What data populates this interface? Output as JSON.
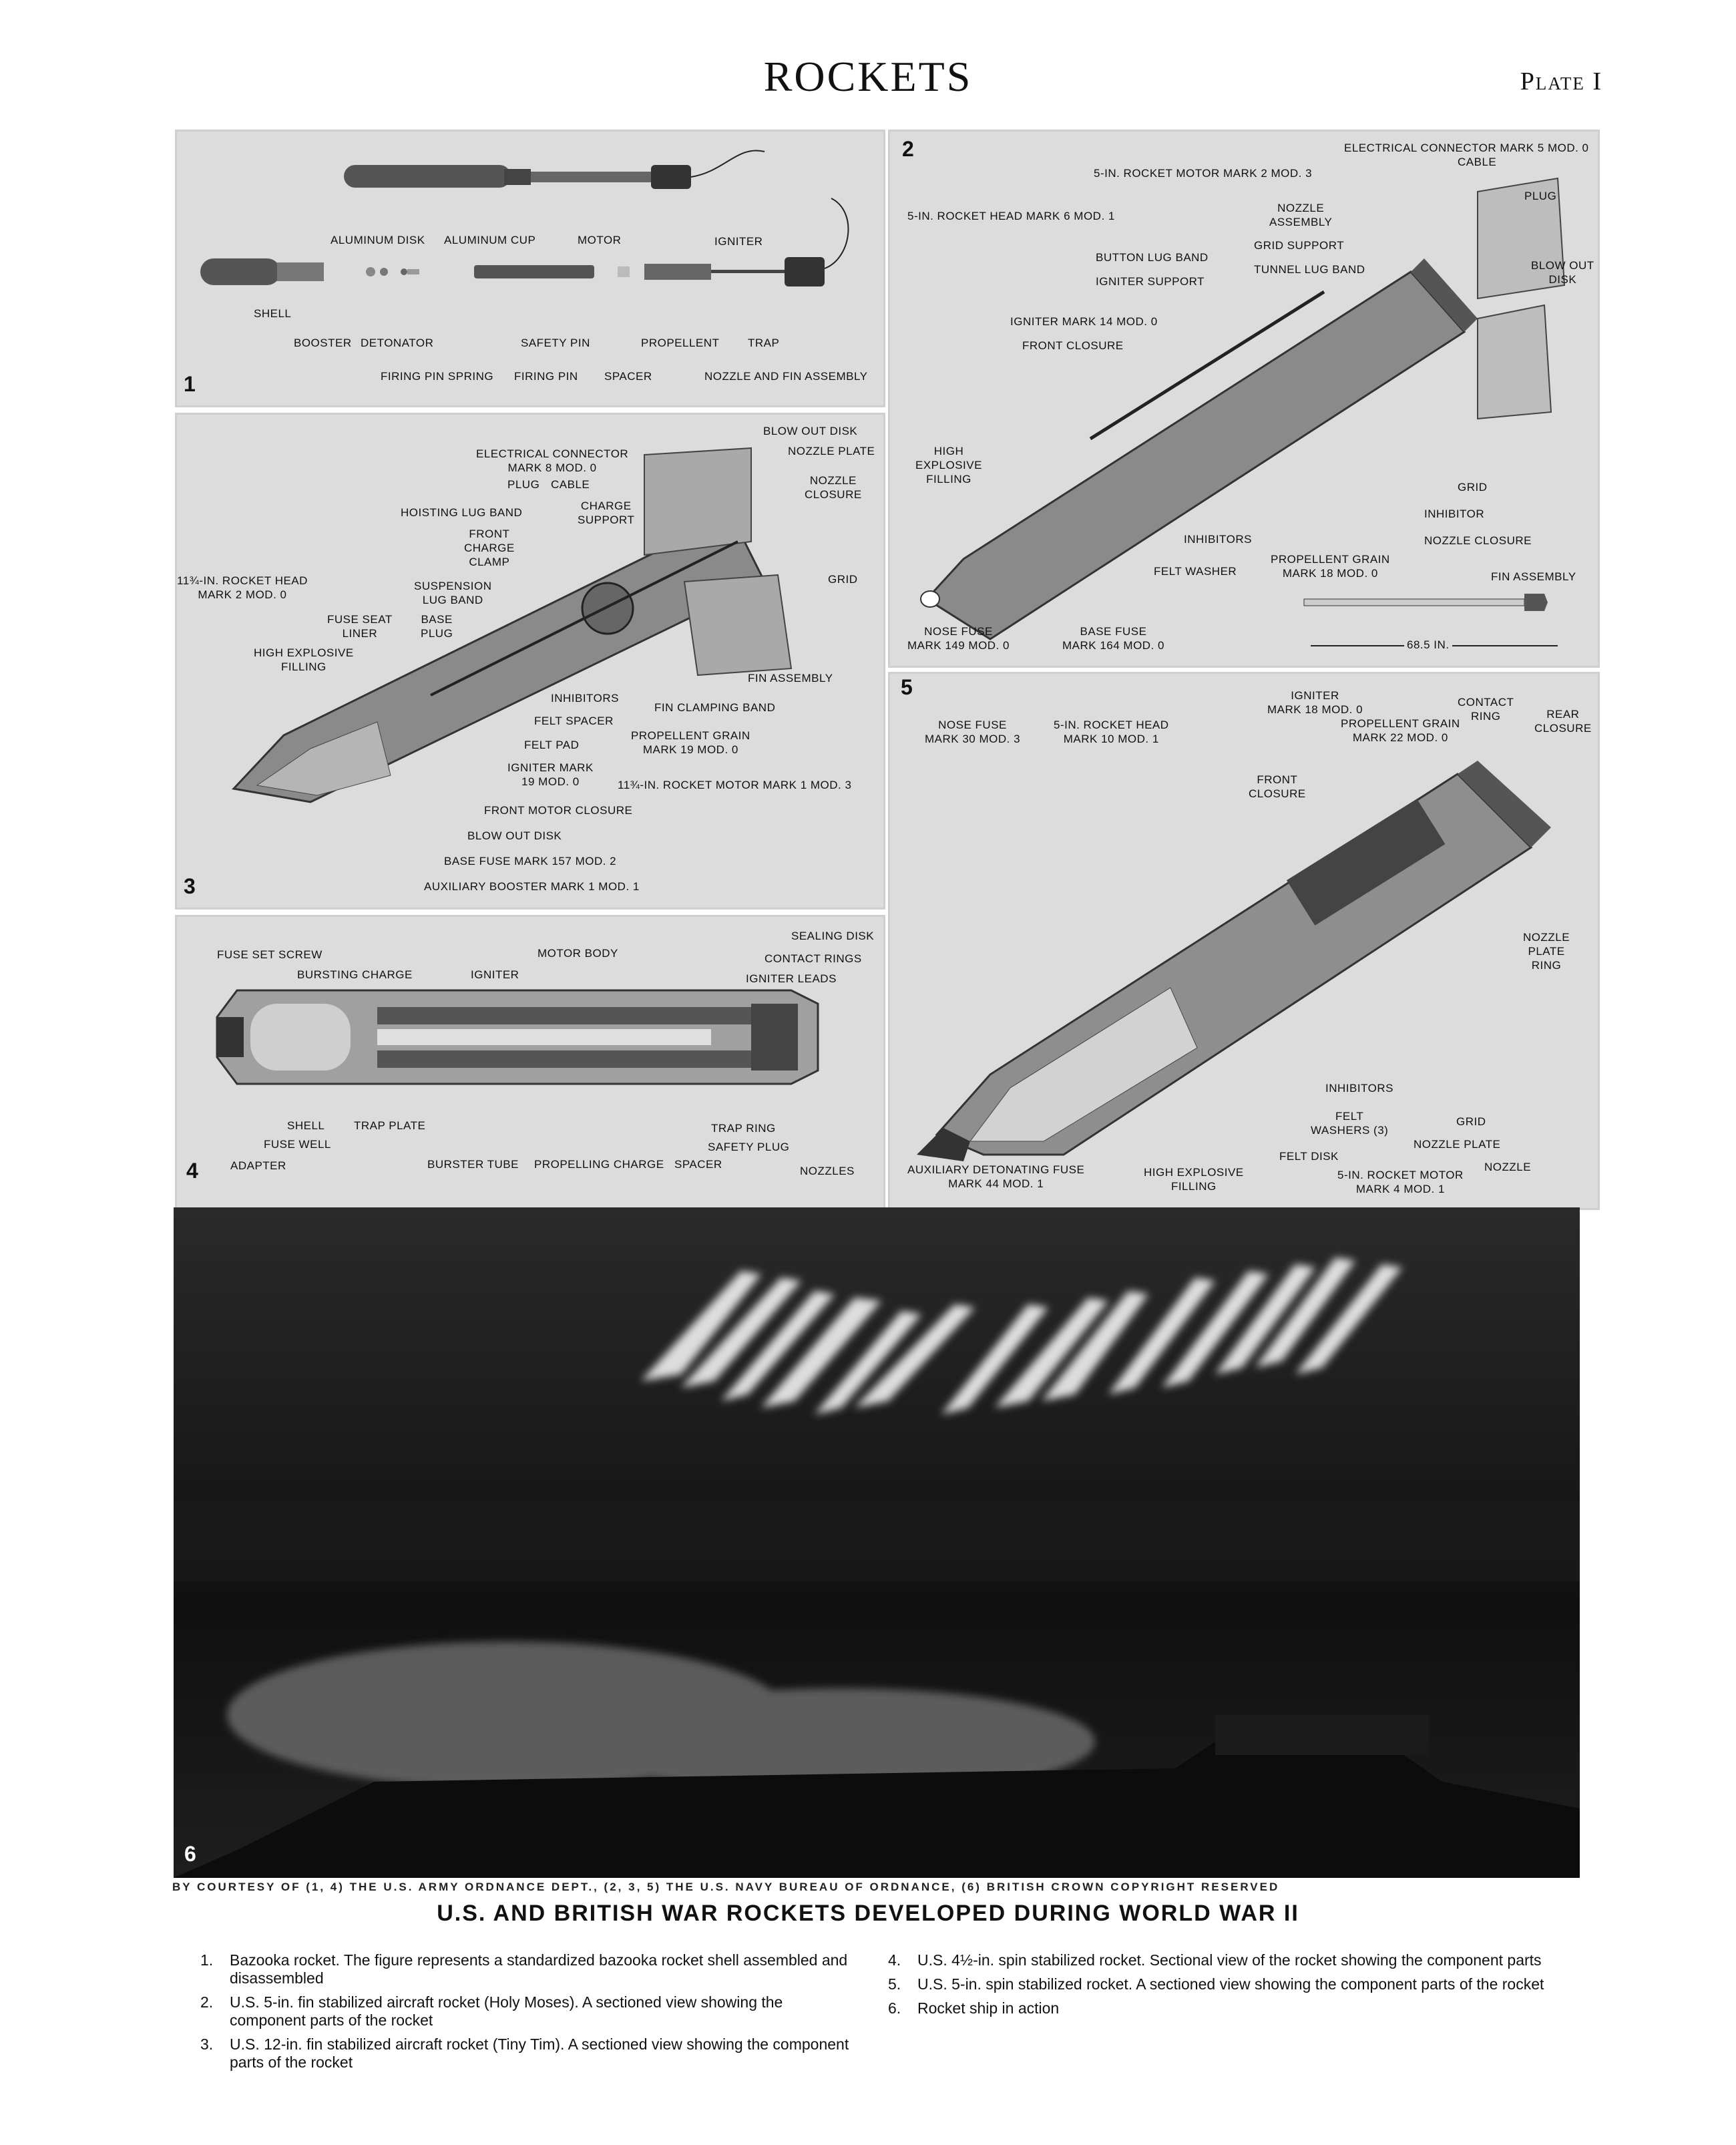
{
  "header": {
    "title": "ROCKETS",
    "plate": "Plate I"
  },
  "panels": [
    {
      "number": "1",
      "labels": [
        "ALUMINUM DISK",
        "ALUMINUM CUP",
        "MOTOR",
        "IGNITER",
        "SHELL",
        "BOOSTER",
        "DETONATOR",
        "SAFETY PIN",
        "PROPELLENT",
        "TRAP",
        "FIRING PIN SPRING",
        "FIRING PIN",
        "SPACER",
        "NOZZLE AND FIN ASSEMBLY"
      ]
    },
    {
      "number": "2",
      "labels": [
        "ELECTRICAL CONNECTOR MARK 5 MOD. 0",
        "CABLE",
        "5-IN. ROCKET MOTOR MARK 2 MOD. 3",
        "PLUG",
        "5-IN. ROCKET HEAD MARK 6 MOD. 1",
        "NOZZLE\nASSEMBLY",
        "GRID SUPPORT",
        "BLOW OUT\nDISK",
        "BUTTON LUG BAND",
        "TUNNEL LUG BAND",
        "IGNITER SUPPORT",
        "IGNITER MARK 14 MOD. 0",
        "FRONT CLOSURE",
        "HIGH\nEXPLOSIVE\nFILLING",
        "GRID",
        "INHIBITOR",
        "INHIBITORS",
        "NOZZLE CLOSURE",
        "FELT WASHER",
        "PROPELLENT GRAIN\nMARK 18 MOD. 0",
        "FIN ASSEMBLY",
        "NOSE FUSE\nMARK 149 MOD. 0",
        "BASE FUSE\nMARK 164 MOD. 0",
        "68.5 IN."
      ]
    },
    {
      "number": "3",
      "labels": [
        "BLOW OUT DISK",
        "NOZZLE PLATE",
        "ELECTRICAL CONNECTOR\nMARK 8 MOD. 0",
        "NOZZLE\nCLOSURE",
        "PLUG",
        "CABLE",
        "HOISTING LUG BAND",
        "CHARGE\nSUPPORT",
        "FRONT\nCHARGE\nCLAMP",
        "11¾-IN. ROCKET HEAD\nMARK 2 MOD. 0",
        "SUSPENSION\nLUG BAND",
        "GRID",
        "FUSE SEAT\nLINER",
        "BASE\nPLUG",
        "HIGH EXPLOSIVE\nFILLING",
        "FIN ASSEMBLY",
        "INHIBITORS",
        "FIN CLAMPING BAND",
        "FELT SPACER",
        "PROPELLENT GRAIN\nMARK 19 MOD. 0",
        "FELT PAD",
        "IGNITER MARK\n19 MOD. 0",
        "11¾-IN. ROCKET MOTOR MARK 1 MOD. 3",
        "FRONT MOTOR CLOSURE",
        "BLOW OUT DISK",
        "BASE FUSE MARK 157 MOD. 2",
        "AUXILIARY BOOSTER MARK 1 MOD. 1"
      ]
    },
    {
      "number": "4",
      "labels": [
        "SEALING DISK",
        "FUSE SET SCREW",
        "MOTOR BODY",
        "CONTACT RINGS",
        "BURSTING CHARGE",
        "IGNITER",
        "IGNITER LEADS",
        "SHELL",
        "TRAP PLATE",
        "TRAP RING",
        "FUSE WELL",
        "SAFETY PLUG",
        "ADAPTER",
        "BURSTER TUBE",
        "PROPELLING CHARGE",
        "SPACER",
        "NOZZLES"
      ]
    },
    {
      "number": "5",
      "labels": [
        "IGNITER\nMARK 18 MOD. 0",
        "CONTACT\nRING",
        "REAR\nCLOSURE",
        "NOSE FUSE\nMARK 30 MOD. 3",
        "5-IN. ROCKET HEAD\nMARK 10 MOD. 1",
        "PROPELLENT GRAIN\nMARK 22 MOD. 0",
        "FRONT\nCLOSURE",
        "NOZZLE\nPLATE\nRING",
        "INHIBITORS",
        "FELT\nWASHERS (3)",
        "GRID",
        "NOZZLE PLATE",
        "FELT DISK",
        "AUXILIARY DETONATING FUSE\nMARK 44 MOD. 1",
        "HIGH EXPLOSIVE\nFILLING",
        "5-IN. ROCKET MOTOR\nMARK 4 MOD. 1",
        "NOZZLE"
      ]
    },
    {
      "number": "6",
      "labels": []
    }
  ],
  "courtesy": "BY COURTESY OF (1, 4) THE U.S. ARMY ORDNANCE DEPT., (2, 3, 5) THE U.S. NAVY BUREAU OF ORDNANCE, (6) BRITISH CROWN COPYRIGHT RESERVED",
  "caption_title": "U.S. AND BRITISH WAR ROCKETS DEVELOPED DURING WORLD WAR II",
  "captions": [
    {
      "num": "1.",
      "text": "Bazooka rocket. The figure represents a standardized bazooka rocket shell assembled and disassembled"
    },
    {
      "num": "2.",
      "text": "U.S. 5-in. fin stabilized aircraft rocket (Holy Moses). A sectioned view showing the component parts of the rocket"
    },
    {
      "num": "3.",
      "text": "U.S. 12-in. fin stabilized aircraft rocket (Tiny Tim). A sectioned view showing the component parts of the rocket"
    },
    {
      "num": "4.",
      "text": "U.S. 4½-in. spin stabilized rocket. Sectional view of the rocket showing the component parts"
    },
    {
      "num": "5.",
      "text": "U.S. 5-in. spin stabilized rocket. A sectioned view showing the component parts of the rocket"
    },
    {
      "num": "6.",
      "text": "Rocket ship in action"
    }
  ]
}
